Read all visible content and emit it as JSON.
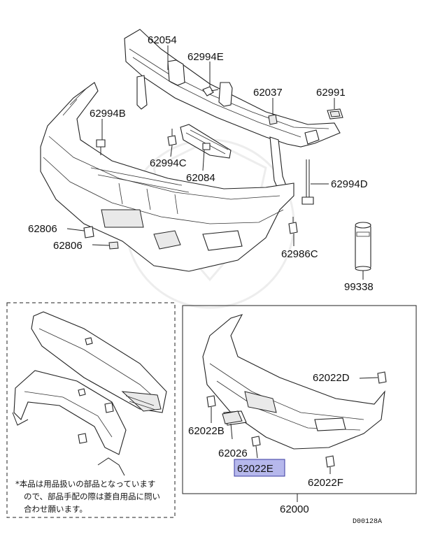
{
  "diagram": {
    "labels": {
      "p62054": "62054",
      "p62994E": "62994E",
      "p62037": "62037",
      "p62991": "62991",
      "p62994B": "62994B",
      "p62994C": "62994C",
      "p62084": "62084",
      "p62994D": "62994D",
      "p62806a": "62806",
      "p62806b": "62806",
      "p62986C": "62986C",
      "p99338": "99338",
      "p62022D": "62022D",
      "p62022B": "62022B",
      "p62026": "62026",
      "p62022E": "62022E",
      "p62022F": "62022F",
      "p62000": "62000"
    },
    "note": {
      "line1": "*本品は用品扱いの部品となっています",
      "line2": "ので、部品手配の際は菱自用品に問い",
      "line3": "合わせ願います。"
    },
    "code": "D00128A",
    "highlight_color": "#b6b8ec"
  }
}
